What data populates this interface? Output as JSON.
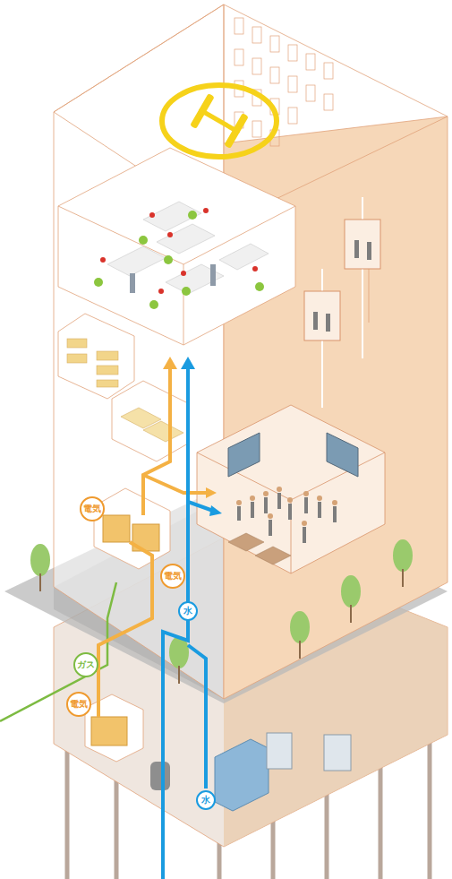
{
  "diagram": {
    "nodes": [
      {
        "text": [
          "電気"
        ]
      },
      {
        "text": [
          "電気"
        ]
      },
      {
        "text": [
          "水"
        ]
      },
      {
        "text": [
          "ガス"
        ]
      },
      {
        "text": [
          "電気"
        ]
      },
      {
        "text": [
          "水"
        ]
      }
    ]
  }
}
